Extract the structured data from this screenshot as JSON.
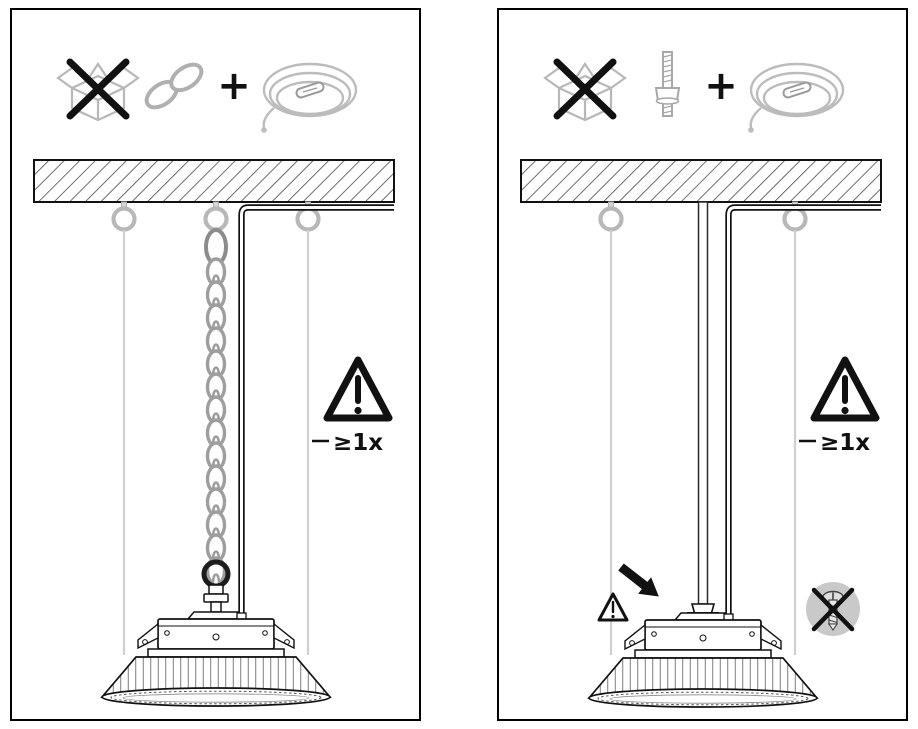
{
  "document": {
    "type": "installation-diagram",
    "description": "Luminaire suspension mounting instructions, two permitted methods",
    "background": "#ffffff"
  },
  "colors": {
    "outline": "#111111",
    "light_gray": "#b8b8b8",
    "faint_cable": "#cfcfcf",
    "hatch": "#3d3d3d",
    "prohibited_circle": "#c9c9c9"
  },
  "panels": [
    {
      "id": "chain-suspension",
      "top_row": {
        "icons": [
          "crossed-out-box-icon",
          "chain-icon",
          "safety-cable-coil-icon"
        ],
        "plus_label": "+"
      },
      "scene": {
        "ceiling": "hatched-ceiling",
        "anchors": [
          "eye-bolt-left",
          "eye-bolt-center",
          "eye-bolt-right"
        ],
        "suspension": "chain",
        "power_cable": true,
        "luminaire": "ufo-highbay-luminaire"
      },
      "warning": {
        "icon": "warning-triangle-icon",
        "label": "≥1x"
      }
    },
    {
      "id": "threaded-rod-suspension",
      "top_row": {
        "icons": [
          "crossed-out-box-icon",
          "threaded-rod-icon",
          "safety-cable-coil-icon"
        ],
        "plus_label": "+"
      },
      "scene": {
        "ceiling": "hatched-ceiling",
        "anchors": [
          "eye-bolt-left",
          "eye-bolt-right"
        ],
        "suspension": "threaded-rod",
        "power_cable": true,
        "luminaire": "ufo-highbay-luminaire"
      },
      "warning": {
        "icon": "warning-triangle-icon",
        "label": "≥1x"
      },
      "callouts": {
        "attention_arrow": "black-arrow-icon",
        "small_warning": "warning-triangle-small-icon",
        "prohibited_screw": "no-wood-screw-icon"
      }
    }
  ]
}
